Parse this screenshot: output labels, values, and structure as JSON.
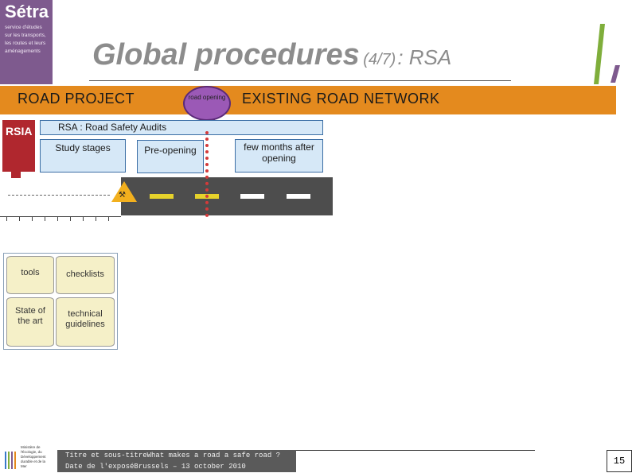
{
  "logo": {
    "brand": "Sétra",
    "lines": [
      "service d'études",
      "sur les transports,",
      "les routes et leurs",
      "aménagements"
    ]
  },
  "title": {
    "main": "Global procedures",
    "sub": "(4/7)",
    "rest": ": RSA"
  },
  "band": {
    "left": "ROAD PROJECT",
    "right": "EXISTING ROAD NETWORK",
    "badge": "road opening"
  },
  "diagram": {
    "rsia": "RSIA",
    "rsa": "RSA : Road Safety Audits",
    "study": "Study stages",
    "pre": "Pre-opening",
    "few": "few months after opening"
  },
  "cylinders": {
    "tools": "tools",
    "checklists": "checklists",
    "state": "State of the art",
    "guidelines": "technical guidelines"
  },
  "footer": {
    "line1": "Titre et sous-titreWhat makes a road a safe road ?",
    "line2": "Date de l'exposéBrussels – 13 october 2010",
    "page": "15",
    "ministry": "Ministère de l'Écologie, du Développement durable et de la Mer"
  },
  "colors": {
    "band": "#e48a1e",
    "logo": "#7e5a8e",
    "rsia": "#b0272e",
    "stage_fill": "#d6e8f7"
  }
}
